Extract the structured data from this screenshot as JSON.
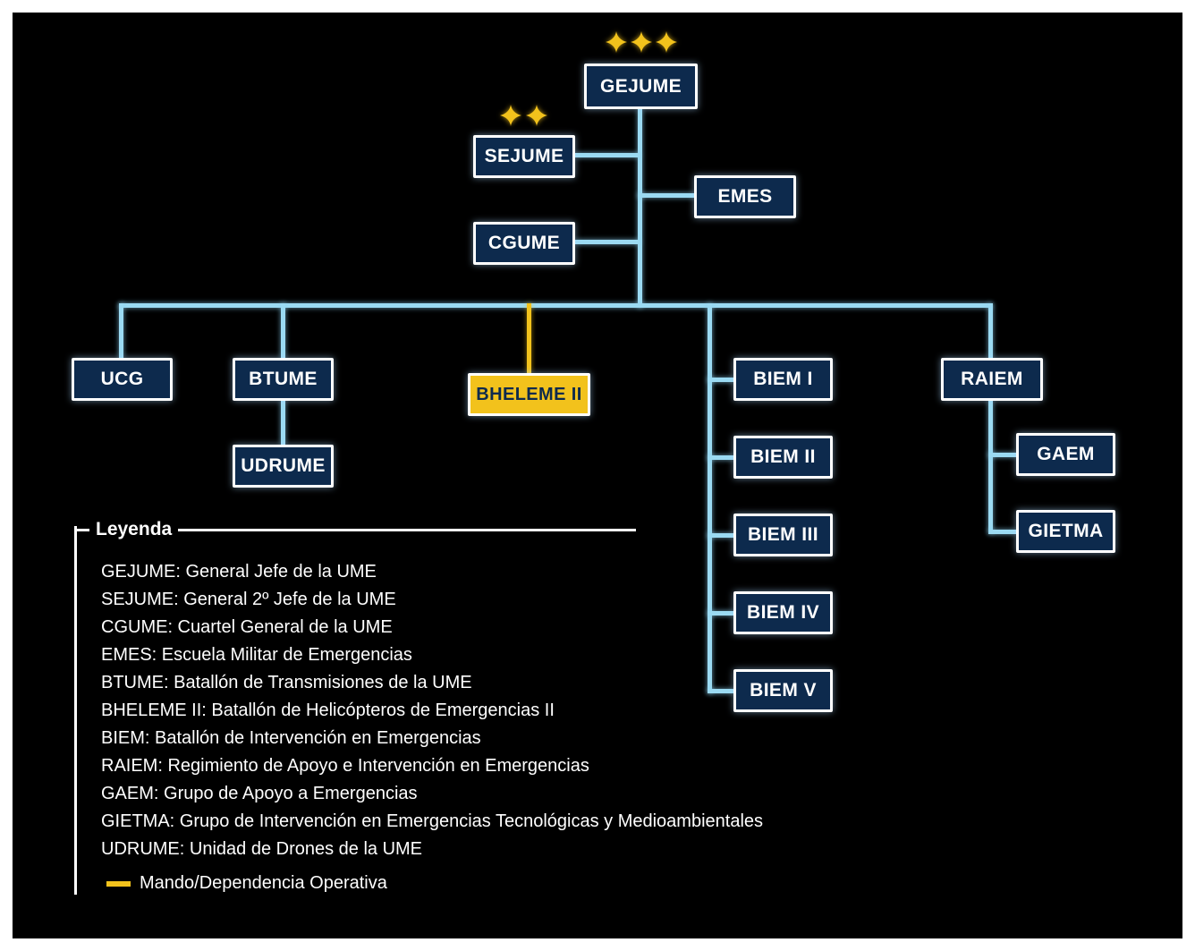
{
  "org": {
    "nodes": {
      "gejume": "GEJUME",
      "sejume": "SEJUME",
      "cgume": "CGUME",
      "emes": "EMES",
      "ucg": "UCG",
      "btume": "BTUME",
      "udrume": "UDRUME",
      "bheleme": "BHELEME II",
      "biem1": "BIEM I",
      "biem2": "BIEM II",
      "biem3": "BIEM III",
      "biem4": "BIEM IV",
      "biem5": "BIEM V",
      "raiem": "RAIEM",
      "gaem": "GAEM",
      "gietma": "GIETMA"
    },
    "stars": {
      "gejume": 3,
      "sejume": 2
    }
  },
  "legend": {
    "title": "Leyenda",
    "items": [
      {
        "text": "GEJUME: General Jefe de la UME"
      },
      {
        "text": "SEJUME: General 2º Jefe de la UME"
      },
      {
        "text": "CGUME: Cuartel General de la UME"
      },
      {
        "text": "EMES: Escuela Militar de Emergencias"
      },
      {
        "text": "BTUME: Batallón de Transmisiones de la UME"
      },
      {
        "text": "BHELEME II: Batallón de Helicópteros de Emergencias II"
      },
      {
        "text": "BIEM: Batallón de Intervención en Emergencias"
      },
      {
        "text": "RAIEM: Regimiento de Apoyo e Intervención en Emergencias"
      },
      {
        "text": "GAEM: Grupo de Apoyo a Emergencias"
      },
      {
        "text": "GIETMA: Grupo de Intervención en Emergencias Tecnológicas y Medioambientales"
      },
      {
        "text": "UDRUME: Unidad de Drones de la UME"
      }
    ],
    "note": "Mando/Dependencia Operativa"
  },
  "colors": {
    "background": "#000000",
    "box_fill": "#0d2a4d",
    "box_border": "#ffffff",
    "connector": "#9bdaf2",
    "accent_gold": "#f2c21c"
  }
}
